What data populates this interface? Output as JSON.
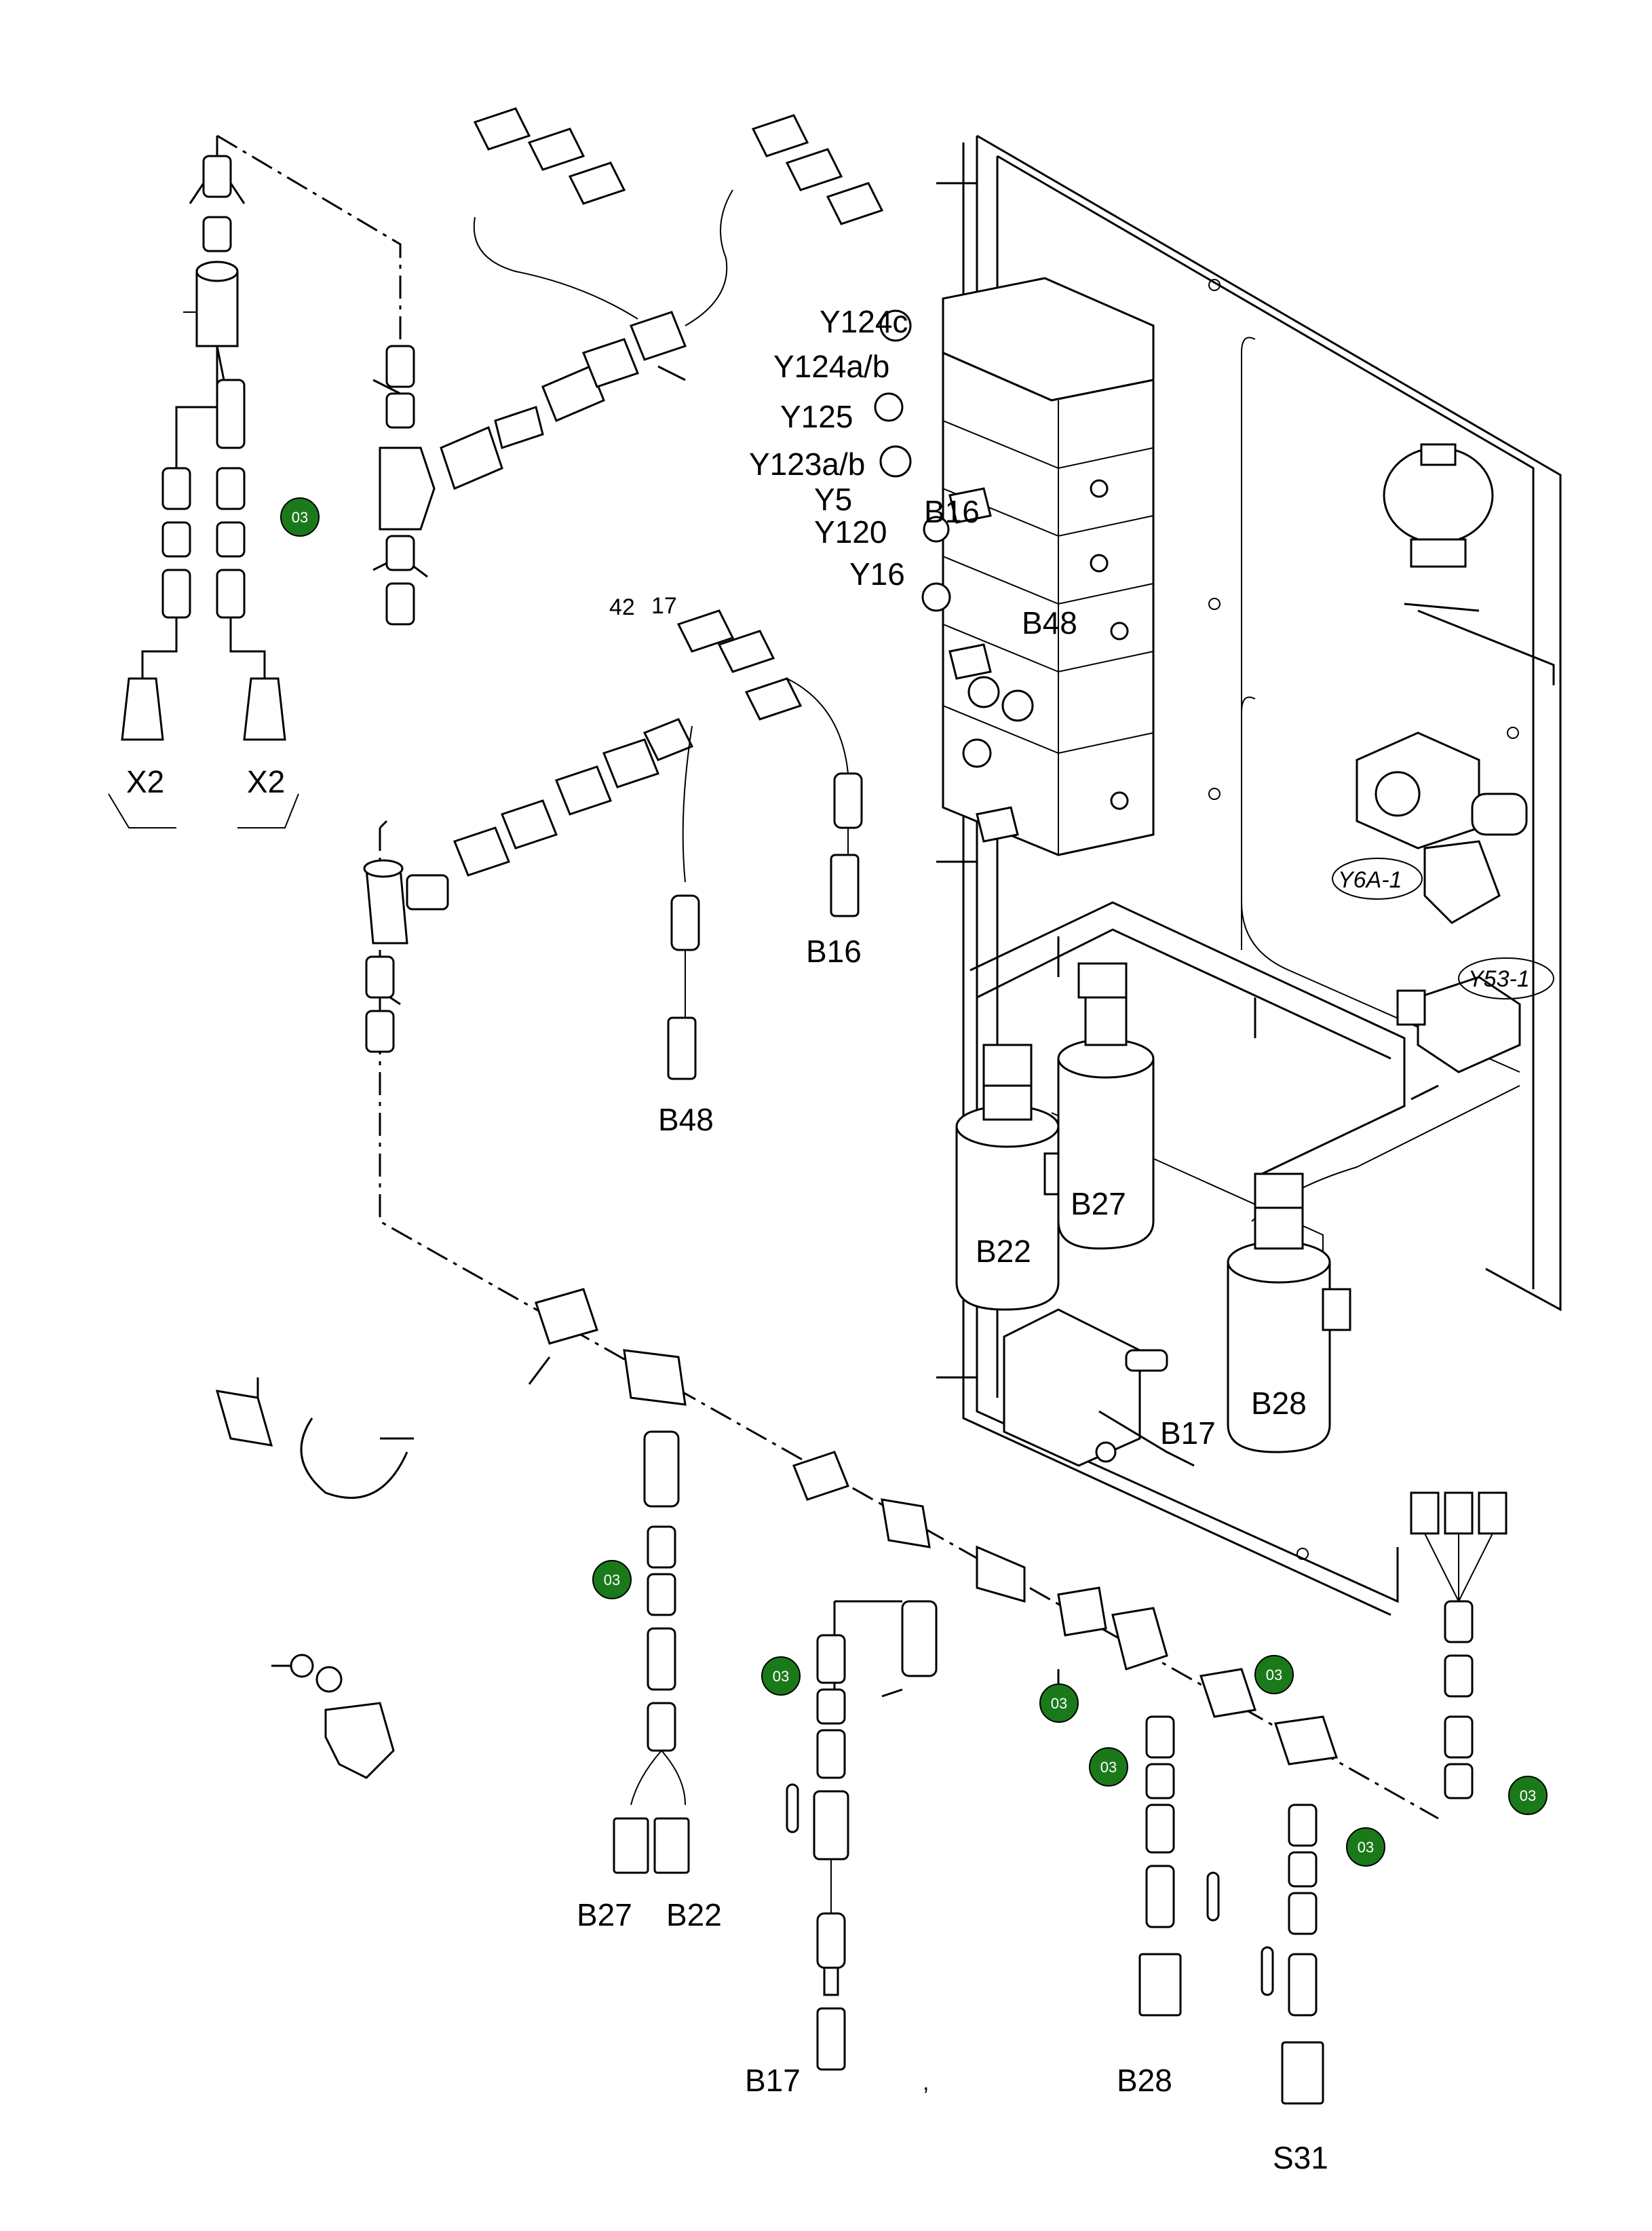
{
  "labels": {
    "x2_left": "X2",
    "x2_right": "X2",
    "y124c": "Y124c",
    "y124ab": "Y124a/b",
    "y125": "Y125",
    "y123ab": "Y123a/b",
    "y5": "Y5",
    "b16_valve": "B16",
    "y120": "Y120",
    "y16": "Y16",
    "b48_valve": "B48",
    "y6a1": "Y6A-1",
    "y53_1": "Y53-1",
    "b27_filter": "B27",
    "b22_filter": "B22",
    "b28_filter": "B28",
    "b17_block": "B17",
    "wire_42": "42",
    "wire_17": "17",
    "b16_sensor": "B16",
    "b48_sensor": "B48",
    "b27_conn": "B27",
    "b22_conn": "B22",
    "b17_sensor": "B17",
    "b28_conn": "B28",
    "s31_conn": "S31",
    "comma": ","
  },
  "badges": [
    "03",
    "03",
    "03",
    "03",
    "03",
    "03",
    "03",
    "03"
  ],
  "colors": {
    "badge": "#1a7a1a",
    "line": "#000000",
    "background": "#ffffff"
  }
}
